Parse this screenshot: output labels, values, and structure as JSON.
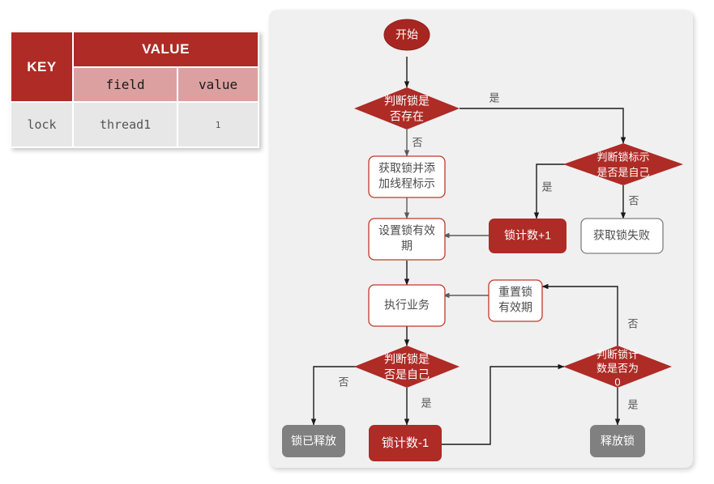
{
  "kv_table": {
    "headers": {
      "key": "KEY",
      "value": "VALUE",
      "field": "field",
      "val": "value"
    },
    "rows": [
      {
        "key": "lock",
        "field": "thread1",
        "value": "1"
      }
    ]
  },
  "colors": {
    "red": "#ae2b26",
    "red_dark": "#a82621",
    "pink": "#dda0a0",
    "gray_node": "#808080",
    "panel_bg": "#f0f0f0",
    "white_node": "#ffffff",
    "border_gray": "#808080",
    "text_gray": "#4d4d4d"
  },
  "flowchart": {
    "nodes": [
      {
        "id": "start",
        "shape": "oval",
        "style": "red",
        "label": "开始"
      },
      {
        "id": "d1",
        "shape": "diamond",
        "style": "red",
        "label_line1": "判断锁是",
        "label_line2": "否存在"
      },
      {
        "id": "d2",
        "shape": "diamond",
        "style": "red",
        "label_line1": "判断锁标示",
        "label_line2": "是否是自己"
      },
      {
        "id": "acquire",
        "shape": "rect",
        "style": "red-border",
        "label_line1": "获取锁并添",
        "label_line2": "加线程标示"
      },
      {
        "id": "fail",
        "shape": "rect",
        "style": "gray-border",
        "label_line1": "获取锁失败"
      },
      {
        "id": "count_inc",
        "shape": "rect",
        "style": "red",
        "label_line1": "锁计数+1"
      },
      {
        "id": "set_ttl",
        "shape": "rect",
        "style": "red-border",
        "label_line1": "设置锁有效",
        "label_line2": "期"
      },
      {
        "id": "business",
        "shape": "rect",
        "style": "red-border",
        "label_line1": "执行业务"
      },
      {
        "id": "reset_ttl",
        "shape": "rect",
        "style": "red-border",
        "label_line1": "重置锁",
        "label_line2": "有效期"
      },
      {
        "id": "d3",
        "shape": "diamond",
        "style": "red",
        "label_line1": "判断锁是",
        "label_line2": "否是自己"
      },
      {
        "id": "d4",
        "shape": "diamond",
        "style": "red",
        "label_line1": "判断锁计",
        "label_line2": "数是否为",
        "label_line3": "0"
      },
      {
        "id": "released",
        "shape": "rect",
        "style": "gray",
        "label_line1": "锁已释放"
      },
      {
        "id": "count_dec",
        "shape": "rect",
        "style": "red",
        "label_line1": "锁计数-1"
      },
      {
        "id": "unlock",
        "shape": "rect",
        "style": "gray",
        "label_line1": "释放锁"
      }
    ],
    "edge_labels": {
      "d1_yes": "是",
      "d1_no": "否",
      "d2_yes": "是",
      "d2_no": "否",
      "d3_yes": "是",
      "d3_no": "否",
      "d4_yes": "是",
      "d4_no": "否"
    }
  }
}
